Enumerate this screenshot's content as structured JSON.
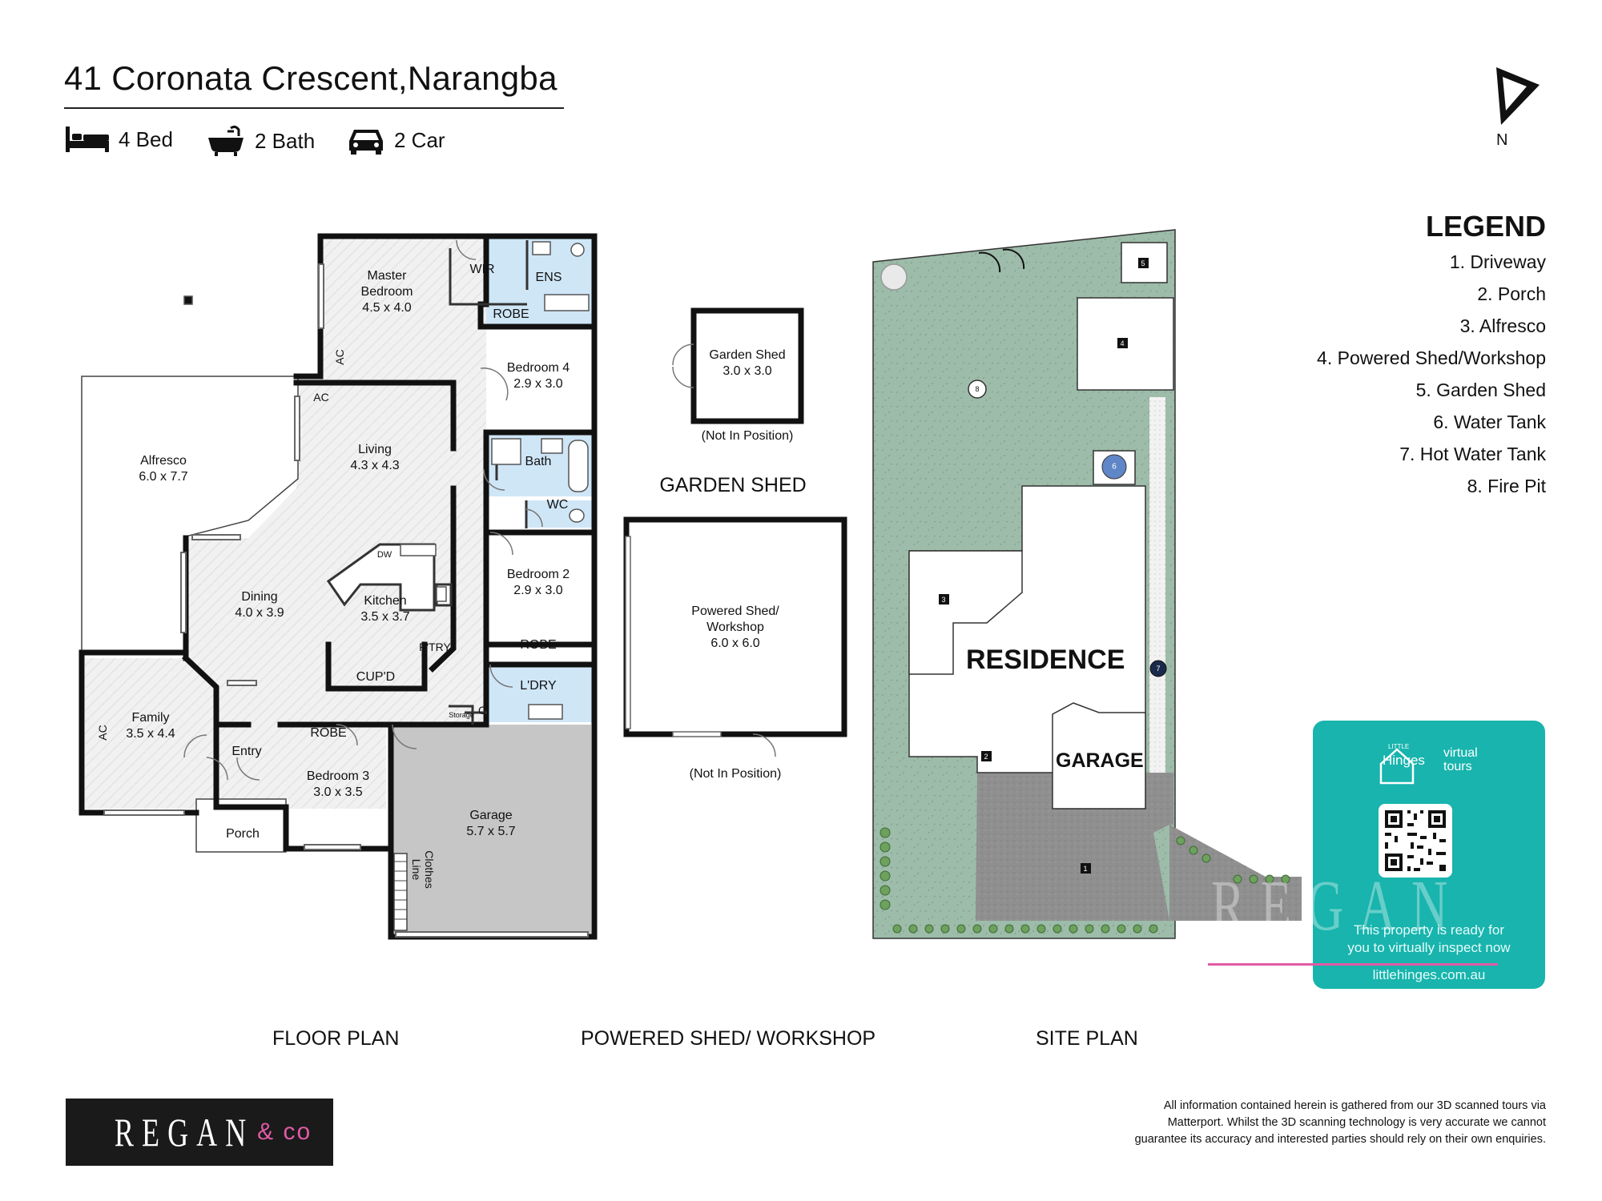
{
  "header": {
    "address": "41 Coronata Crescent,Narangba",
    "beds": "4 Bed",
    "baths": "2 Bath",
    "cars": "2 Car",
    "north_label": "N"
  },
  "legend": {
    "title": "LEGEND",
    "items": [
      "1. Driveway",
      "2. Porch",
      "3. Alfresco",
      "4. Powered Shed/Workshop",
      "5. Garden Shed",
      "6. Water Tank",
      "7. Hot Water Tank",
      "8. Fire Pit"
    ]
  },
  "floor_plan": {
    "caption": "FLOOR PLAN",
    "rooms": {
      "master_name": "Master\nBedroom",
      "master_size": "4.5 x 4.0",
      "wir": "WIR",
      "ens": "ENS",
      "robe_master": "ROBE",
      "bed4_name": "Bedroom 4",
      "bed4_size": "2.9 x 3.0",
      "living_name": "Living",
      "living_size": "4.3 x 4.3",
      "bath": "Bath",
      "wc": "WC",
      "alfresco_name": "Alfresco",
      "alfresco_size": "6.0 x 7.7",
      "dining_name": "Dining",
      "dining_size": "4.0 x 3.9",
      "kitchen_name": "Kitchen",
      "kitchen_size": "3.5 x 3.7",
      "dw": "DW",
      "ptry": "P'TRY",
      "cupd": "CUP'D",
      "bed2_name": "Bedroom 2",
      "bed2_size": "2.9 x 3.0",
      "robe_bed2": "ROBE",
      "ldry": "L'DRY",
      "storage": "Storage",
      "c": "C",
      "family_name": "Family",
      "family_size": "3.5 x 4.4",
      "entry": "Entry",
      "porch": "Porch",
      "robe_bed3": "ROBE",
      "bed3_name": "Bedroom 3",
      "bed3_size": "3.0 x 3.5",
      "garage_name": "Garage",
      "garage_size": "5.7 x 5.7",
      "clothes_line": "Clothes\nLine",
      "ac": "AC"
    }
  },
  "shed": {
    "caption": "POWERED SHED/ WORKSHOP",
    "garden_shed_caption": "GARDEN SHED",
    "garden_shed_name": "Garden Shed",
    "garden_shed_size": "3.0 x 3.0",
    "not_in_position": "(Not In Position)",
    "workshop_name": "Powered Shed/\nWorkshop",
    "workshop_size": "6.0 x 6.0"
  },
  "site_plan": {
    "caption": "SITE PLAN",
    "residence": "RESIDENCE",
    "garage": "GARAGE",
    "markers": [
      "1",
      "2",
      "3",
      "4",
      "5",
      "6",
      "7",
      "8"
    ]
  },
  "virtual_tour": {
    "brand_small": "LITTLE",
    "brand": "Hinges",
    "brand_tag": "virtual\ntours",
    "line1": "This property is ready for",
    "line2": "you to virtually inspect now",
    "url": "littlehinges.com.au"
  },
  "footer": {
    "logo_main": "REGAN",
    "logo_sub": "& co",
    "disclaimer": "All information contained herein is gathered from our 3D scanned tours via Matterport. Whilst the 3D scanning technology is very accurate we cannot guarantee its accuracy and interested parties should rely on their own enquiries."
  },
  "colors": {
    "wet_area": "#cfe6f7",
    "garage_fill": "#c6c6c6",
    "lawn": "#9dbca9",
    "driveway": "#8f8f8f",
    "teal": "#18b4ad",
    "pink_accent": "#e05ba5",
    "wall": "#111111"
  }
}
